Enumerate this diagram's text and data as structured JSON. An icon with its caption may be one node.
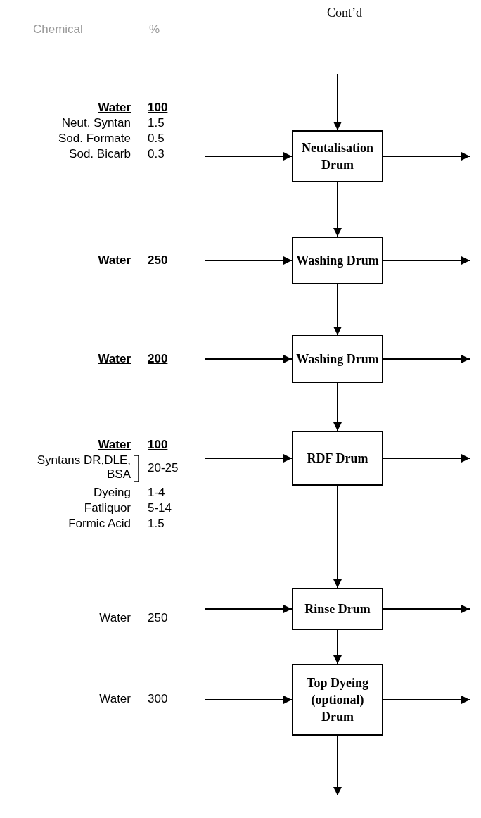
{
  "diagram": {
    "nodes": [
      {
        "text": [
          "Neutalisation Drum"
        ]
      },
      {
        "text": [
          "Washing Drum"
        ]
      },
      {
        "text": [
          "Washing Drum"
        ]
      },
      {
        "text": [
          "RDF Drum"
        ]
      },
      {
        "text": [
          "Rinse Drum"
        ]
      },
      {
        "text": [
          "Top Dyeing (optional) Drum"
        ]
      }
    ],
    "edges": [
      {
        "from": null,
        "to": 0,
        "arrow": "to"
      },
      {
        "from": null,
        "to": 0,
        "arrow": "to"
      },
      {
        "from": 0,
        "to": null,
        "arrow": "to"
      },
      {
        "from": 0,
        "to": 1,
        "arrow": "to"
      },
      {
        "from": null,
        "to": 1,
        "arrow": "to"
      },
      {
        "from": 1,
        "to": null,
        "arrow": "to"
      },
      {
        "from": 1,
        "to": 2,
        "arrow": "to"
      },
      {
        "from": null,
        "to": 2,
        "arrow": "to"
      },
      {
        "from": 2,
        "to": null,
        "arrow": "to"
      },
      {
        "from": 2,
        "to": 3,
        "arrow": "to"
      },
      {
        "from": null,
        "to": 3,
        "arrow": "to"
      },
      {
        "from": 3,
        "to": null,
        "arrow": "to"
      },
      {
        "from": 3,
        "to": 4,
        "arrow": "to"
      },
      {
        "from": null,
        "to": 4,
        "arrow": "to"
      },
      {
        "from": 4,
        "to": null,
        "arrow": "to"
      },
      {
        "from": 4,
        "to": 5,
        "arrow": "to"
      },
      {
        "from": null,
        "to": 5,
        "arrow": "to"
      },
      {
        "from": 5,
        "to": null,
        "arrow": "to"
      },
      {
        "from": 5,
        "to": null,
        "arrow": "to"
      }
    ],
    "labels": [
      "Cont’d",
      "Chemical",
      "%",
      "Water",
      "100",
      "Neut. Syntan",
      "1.5",
      "Sod. Formate",
      "0.5",
      "Sod. Bicarb",
      "0.3",
      "Water",
      "250",
      "Water",
      "200",
      "Water",
      "100",
      "Syntans DR,DLE, BSA",
      "20-25",
      "Dyeing",
      "1-4",
      "Fatliquor",
      "5-14",
      "Formic Acid",
      "1.5",
      "Water",
      "250",
      "Water",
      "300"
    ]
  }
}
